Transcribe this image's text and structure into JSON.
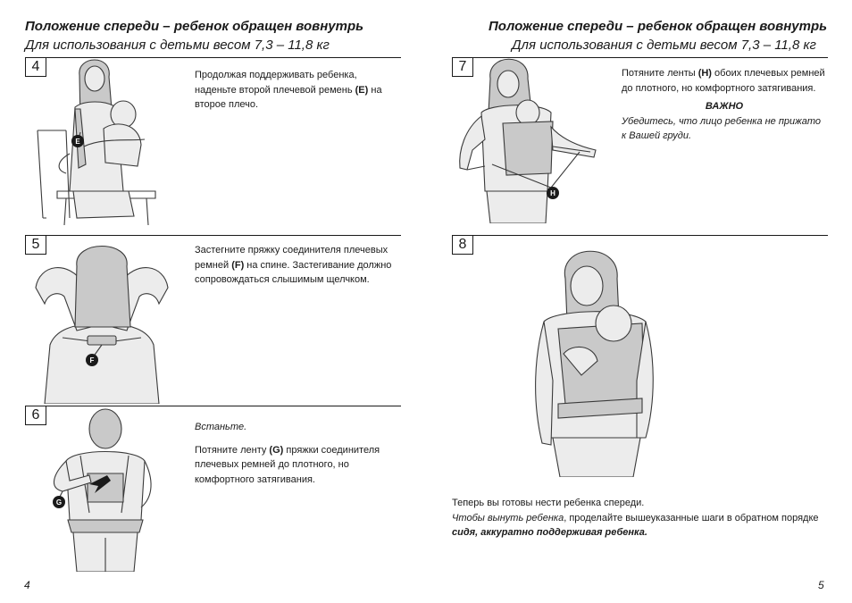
{
  "left": {
    "title": "Положение спереди – ребенок обращен вовнутрь",
    "subtitle": "Для использования с детьми весом 7,3 – 11,8 кг",
    "page_number": "4",
    "steps": [
      {
        "number": "4",
        "badge": "E",
        "text_a": "Продолжая поддерживать ребенка, наденьте второй плечевой ремень ",
        "text_bold": "(E)",
        "text_b": " на второе плечо."
      },
      {
        "number": "5",
        "badge": "F",
        "text_a": "Застегните пряжку соединителя плечевых ремней ",
        "text_bold": "(F)",
        "text_b": " на спине. Застегивание должно сопровождаться слышимым щелчком."
      },
      {
        "number": "6",
        "badge": "G",
        "italic_line": "Встаньте.",
        "text_a": "Потяните ленту ",
        "text_bold": "(G)",
        "text_b": " пряжки соединителя плечевых ремней до плотного, но комфортного затягивания."
      }
    ]
  },
  "right": {
    "title": "Положение спереди – ребенок обращен вовнутрь",
    "subtitle": "Для использования с детьми весом 7,3 – 11,8 кг",
    "page_number": "5",
    "steps": [
      {
        "number": "7",
        "badge": "H",
        "text_a": "Потяните ленты ",
        "text_bold": "(H)",
        "text_b": " обоих плечевых ремней до плотного, но комфортного затягивания.",
        "important_label": "ВАЖНО",
        "important_text": "Убедитесь, что лицо ребенка не прижато к Вашей груди."
      },
      {
        "number": "8"
      }
    ],
    "final": {
      "line1": "Теперь вы готовы нести ребенка спереди.",
      "line2_italic": "Чтобы вынуть ребенка",
      "line2_rest": ", проделайте вышеуказанные шаги в обратном порядке ",
      "line2_bold_italic": "сидя, аккуратно поддерживая ребенка."
    }
  }
}
